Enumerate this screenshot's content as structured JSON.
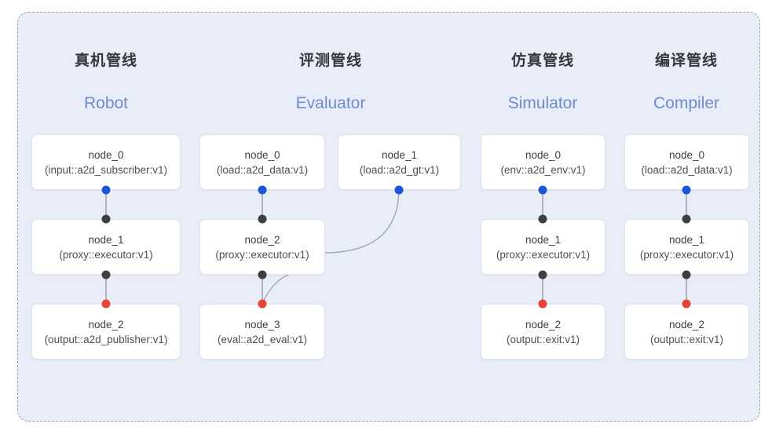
{
  "diagram": {
    "background_color": "#e8edf8",
    "border_style": "dashed",
    "border_color": "#9aa3b2",
    "port_colors": {
      "input": "#1a56db",
      "intermediate": "#3c4043",
      "output": "#ea4335"
    }
  },
  "columns": [
    {
      "title_cn": "真机管线",
      "title_en": "Robot",
      "nodes": [
        {
          "name": "node_0",
          "type": "(input::a2d_subscriber:v1)"
        },
        {
          "name": "node_1",
          "type": "(proxy::executor:v1)"
        },
        {
          "name": "node_2",
          "type": "(output::a2d_publisher:v1)"
        }
      ]
    },
    {
      "title_cn": "评测管线",
      "title_en": "Evaluator",
      "nodes": [
        {
          "name": "node_0",
          "type": "(load::a2d_data:v1)"
        },
        {
          "name": "node_1",
          "type": "(load::a2d_gt:v1)"
        },
        {
          "name": "node_2",
          "type": "(proxy::executor:v1)"
        },
        {
          "name": "node_3",
          "type": "(eval::a2d_eval:v1)"
        }
      ]
    },
    {
      "title_cn": "仿真管线",
      "title_en": "Simulator",
      "nodes": [
        {
          "name": "node_0",
          "type": "(env::a2d_env:v1)"
        },
        {
          "name": "node_1",
          "type": "(proxy::executor:v1)"
        },
        {
          "name": "node_2",
          "type": "(output::exit:v1)"
        }
      ]
    },
    {
      "title_cn": "编译管线",
      "title_en": "Compiler",
      "nodes": [
        {
          "name": "node_0",
          "type": "(load::a2d_data:v1)"
        },
        {
          "name": "node_1",
          "type": "(proxy::executor:v1)"
        },
        {
          "name": "node_2",
          "type": "(output::exit:v1)"
        }
      ]
    }
  ]
}
